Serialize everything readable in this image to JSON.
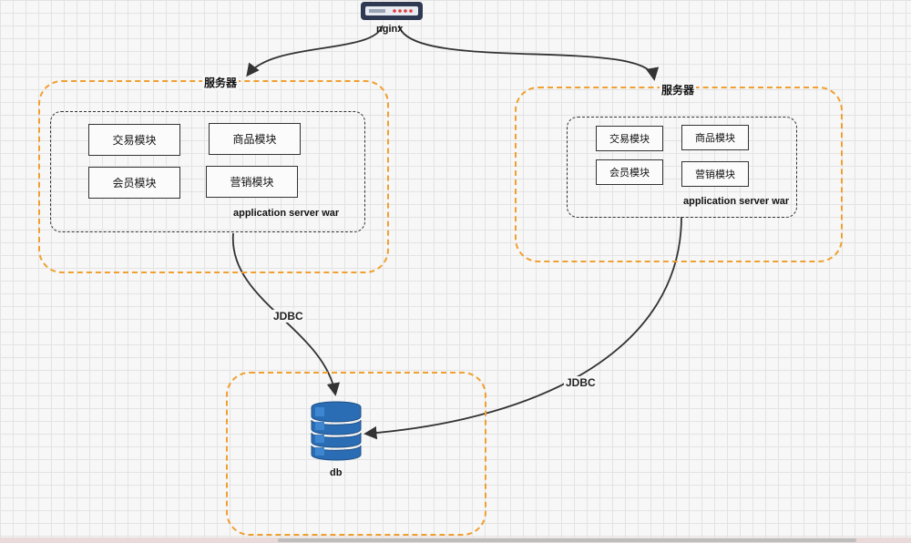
{
  "nginx": {
    "label": "nginx",
    "icon": "router-icon"
  },
  "db": {
    "label": "db",
    "icon": "database-icon",
    "color": "#2b6cb0"
  },
  "servers": [
    {
      "title": "服务器",
      "war_label": "application server war",
      "modules": [
        "交易模块",
        "商品模块",
        "会员模块",
        "营销模块"
      ]
    },
    {
      "title": "服务器",
      "war_label": "application server war",
      "modules": [
        "交易模块",
        "商品模块",
        "会员模块",
        "营销模块"
      ]
    }
  ],
  "connections": {
    "left_label": "JDBC",
    "right_label": "JDBC"
  },
  "colors": {
    "region_border": "#f0a030",
    "edge": "#333333"
  }
}
